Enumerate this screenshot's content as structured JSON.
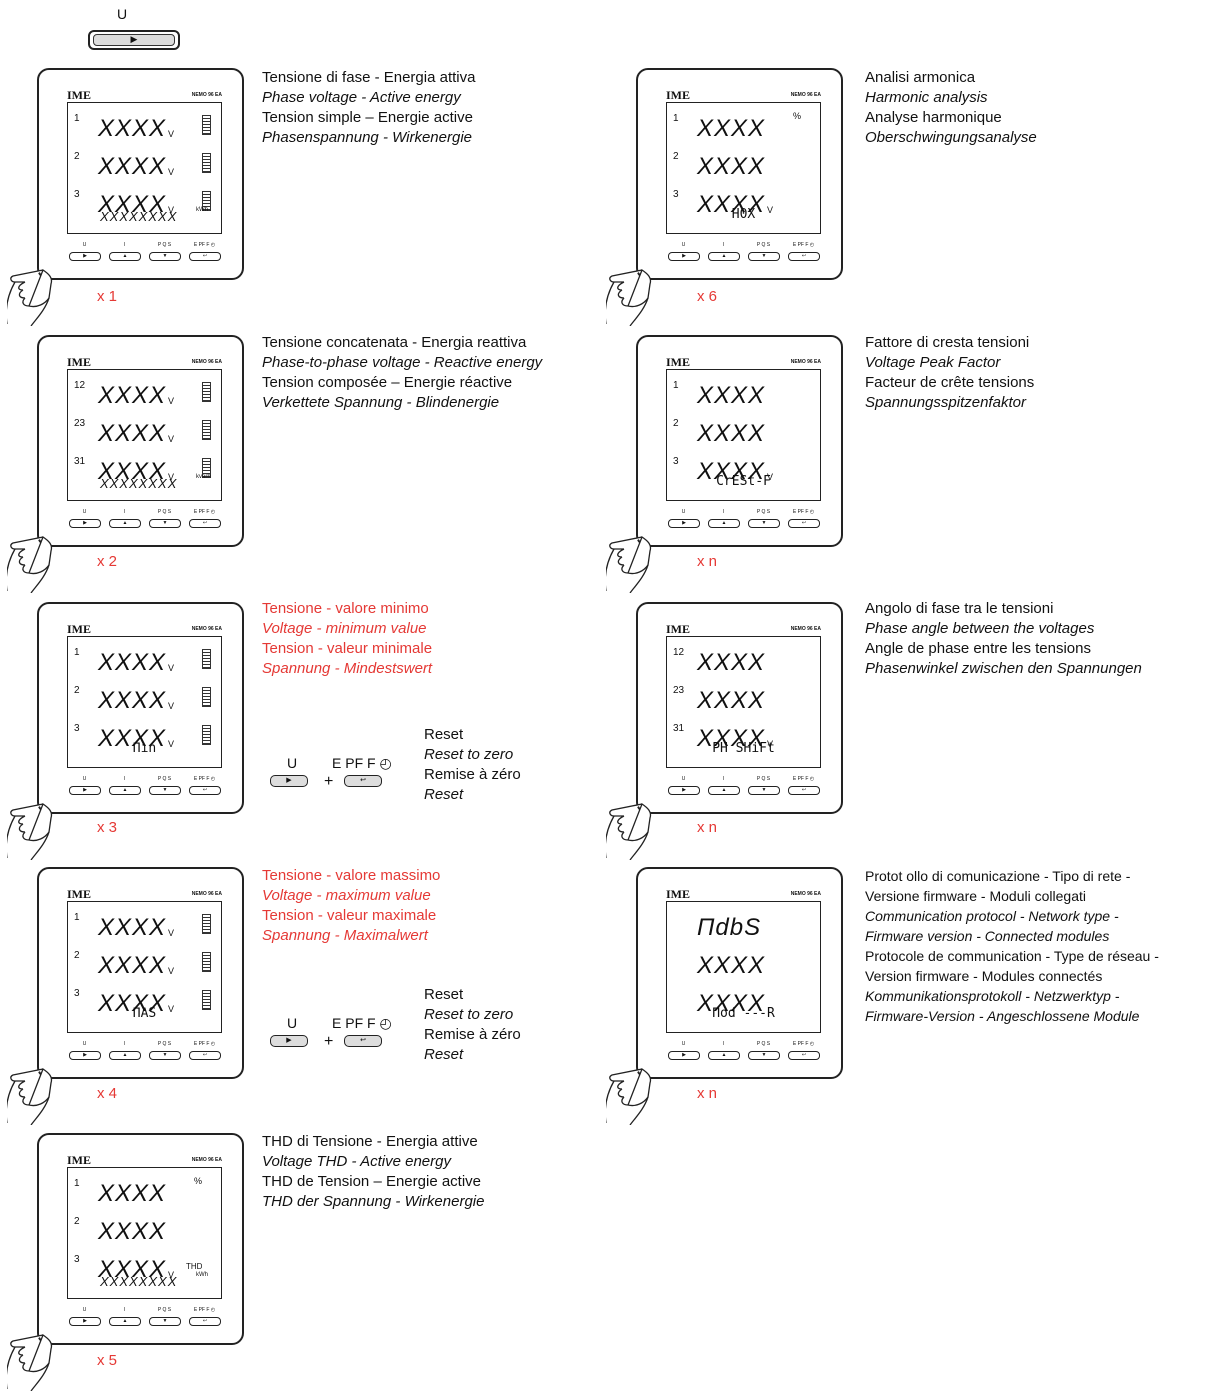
{
  "top": {
    "label": "U",
    "button_icon": "play-icon"
  },
  "device_common": {
    "brand": "IME",
    "model": "NEMO 96 EA",
    "btn_labels": [
      "U",
      "I",
      "P Q S",
      "E PF F ◴"
    ],
    "btn_icons": [
      "▶",
      "▲",
      "▼",
      "↩"
    ]
  },
  "panels": [
    {
      "rows": [
        {
          "idx": "1",
          "val": "XXXX",
          "unit": "V"
        },
        {
          "idx": "2",
          "val": "XXXX",
          "unit": "V"
        },
        {
          "idx": "3",
          "val": "XXXX",
          "unit": "V"
        }
      ],
      "bottom": {
        "val": "XXXXXXXX",
        "unit": "kWh"
      },
      "count": "x 1",
      "lines": [
        "Tensione di fase - Energia attiva",
        "Phase voltage - Active energy",
        "Tension simple – Energie active",
        "Phasenspannung - Wirkenergie"
      ]
    },
    {
      "rows": [
        {
          "idx": "12",
          "val": "XXXX",
          "unit": "V"
        },
        {
          "idx": "23",
          "val": "XXXX",
          "unit": "V"
        },
        {
          "idx": "31",
          "val": "XXXX",
          "unit": "V"
        }
      ],
      "bottom": {
        "val": "XXXXXXXX",
        "unit": "kvarh"
      },
      "count": "x 2",
      "lines": [
        "Tensione concatenata - Energia reattiva",
        "Phase-to-phase voltage - Reactive energy",
        "Tension composée – Energie réactive",
        "Verkettete Spannung - Blindenergie"
      ]
    },
    {
      "rows": [
        {
          "idx": "1",
          "val": "XXXX",
          "unit": "V"
        },
        {
          "idx": "2",
          "val": "XXXX",
          "unit": "V"
        },
        {
          "idx": "3",
          "val": "XXXX",
          "unit": "V"
        }
      ],
      "bottom": {
        "label": "Πın"
      },
      "count": "x 3",
      "lines": [
        "Tensione - valore minimo",
        "Voltage - minimum value",
        "Tension - valeur minimale",
        "Spannung - Mindestswert"
      ]
    },
    {
      "rows": [
        {
          "idx": "1",
          "val": "XXXX",
          "unit": "V"
        },
        {
          "idx": "2",
          "val": "XXXX",
          "unit": "V"
        },
        {
          "idx": "3",
          "val": "XXXX",
          "unit": "V"
        }
      ],
      "bottom": {
        "label": "ΠΑS"
      },
      "count": "x 4",
      "lines": [
        "Tensione - valore massimo",
        "Voltage - maximum value",
        "Tension - valeur maximale",
        "Spannung - Maximalwert"
      ]
    },
    {
      "rows": [
        {
          "idx": "1",
          "val": "XXXX",
          "pct": "%"
        },
        {
          "idx": "2",
          "val": "XXXX"
        },
        {
          "idx": "3",
          "val": "XXXX",
          "unit": "V",
          "thd": "THD"
        }
      ],
      "bottom": {
        "val": "XXXXXXXX",
        "unit": "kWh"
      },
      "count": "x 5",
      "lines": [
        "THD di Tensione - Energia attive",
        "Voltage THD - Active energy",
        "THD de Tension – Energie active",
        "THD der Spannung - Wirkenergie"
      ]
    },
    {
      "rows": [
        {
          "idx": "1",
          "val": "XXXX",
          "pct": "%"
        },
        {
          "idx": "2",
          "val": "XXXX"
        },
        {
          "idx": "3",
          "val": "XXXX",
          "unit": "V"
        }
      ],
      "bottom": {
        "label": "H0X"
      },
      "count": "x 6",
      "lines": [
        "Analisi armonica",
        "Harmonic analysis",
        "Analyse harmonique",
        "Oberschwingungsanalyse"
      ]
    },
    {
      "rows": [
        {
          "idx": "1",
          "val": "XXXX"
        },
        {
          "idx": "2",
          "val": "XXXX"
        },
        {
          "idx": "3",
          "val": "XXXX",
          "unit": "V"
        }
      ],
      "bottom": {
        "label": "CrESt-F"
      },
      "count": "x n",
      "lines": [
        "Fattore di cresta tensioni",
        "Voltage Peak Factor",
        "Facteur de crête tensions",
        "Spannungsspitzenfaktor"
      ]
    },
    {
      "rows": [
        {
          "idx": "12",
          "val": "XXXX"
        },
        {
          "idx": "23",
          "val": "XXXX"
        },
        {
          "idx": "31",
          "val": "XXXX",
          "unit": "V"
        }
      ],
      "bottom": {
        "label": "PH SHiFt"
      },
      "count": "x n",
      "lines": [
        "Angolo di fase tra le tensioni",
        "Phase angle between the voltages",
        "Angle de phase entre les tensions",
        "Phasenwinkel zwischen den Spannungen"
      ]
    },
    {
      "rows": [
        {
          "idx": "",
          "val": "ΠdbS"
        },
        {
          "idx": "",
          "val": "XXXX"
        },
        {
          "idx": "",
          "val": "XXXX"
        }
      ],
      "bottom": {
        "label": "Πod ---R"
      },
      "count": "x n",
      "lines": [
        "Protot ollo di comunicazione - Tipo di rete -",
        "Versione firmware - Moduli collegati",
        "Communication protocol - Network type -",
        "Firmware version - Connected modules",
        "Protocole de communication - Type de réseau -",
        "Version firmware - Modules connectés",
        "Kommunikationsprotokoll - Netzwerktyp -",
        "Firmware-Version - Angeschlossene Module"
      ]
    }
  ],
  "reset": {
    "u_label": "U",
    "e_label": "E  PF  F ◴",
    "plus": "+",
    "lines": [
      "Reset",
      "Reset to zero",
      "Remise à zéro",
      "Reset"
    ]
  },
  "colors": {
    "accent_red": "#e53935"
  }
}
